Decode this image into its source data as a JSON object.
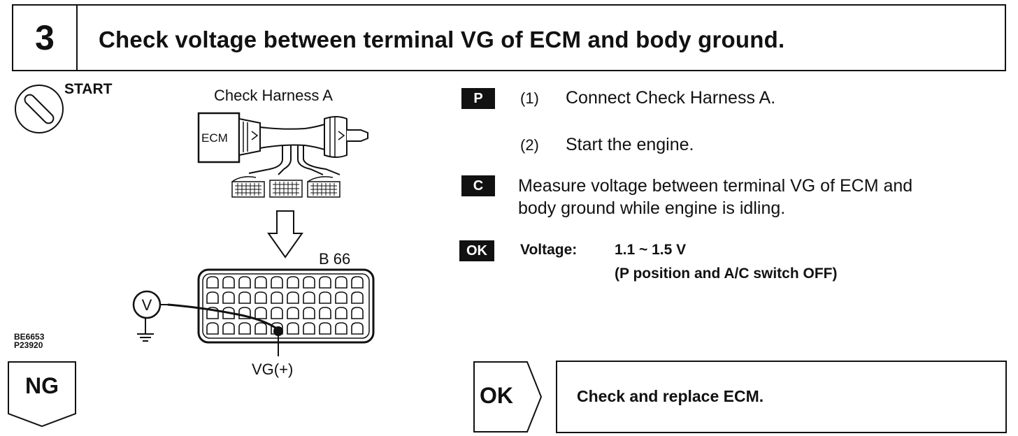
{
  "header": {
    "step": "3",
    "title": "Check voltage between terminal VG of ECM and body ground."
  },
  "diagram": {
    "start_label": "START",
    "harness_label": "Check Harness A",
    "ecm_label": "ECM",
    "connector_label": "B 66",
    "terminal_label": "VG(+)",
    "meter_symbol": "V",
    "codes": [
      "BE6653",
      "P23920"
    ]
  },
  "steps": [
    {
      "badge": "P",
      "num": "(1)",
      "text": "Connect Check Harness A."
    },
    {
      "badge": "",
      "num": "(2)",
      "text": "Start the engine."
    }
  ],
  "check": {
    "badge": "C",
    "lines": [
      "Measure voltage between terminal VG of ECM and",
      "body ground while engine is idling."
    ]
  },
  "spec": {
    "badge": "OK",
    "label": "Voltage:",
    "value": "1.1 ~ 1.5 V",
    "condition": "(P position and A/C switch OFF)"
  },
  "outcomes": {
    "ng_label": "NG",
    "ok_label": "OK",
    "ok_action": "Check and replace ECM."
  }
}
